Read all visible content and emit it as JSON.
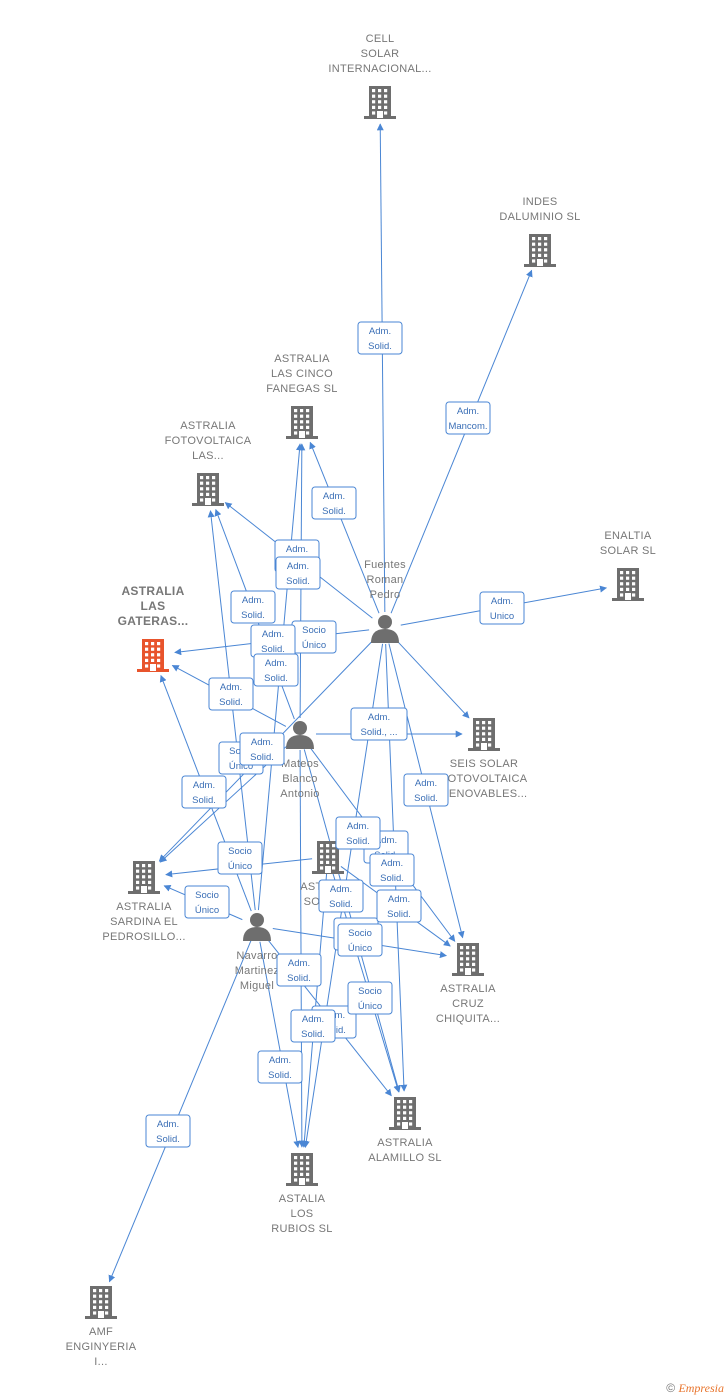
{
  "colors": {
    "edge": "#4a86d4",
    "company": "#6e6e6e",
    "company_highlight": "#e8542c",
    "person": "#6e6e6e",
    "label": "#777777"
  },
  "nodes": [
    {
      "id": "cell",
      "type": "company",
      "lines": [
        "CELL",
        "SOLAR",
        "INTERNACIONAL..."
      ]
    },
    {
      "id": "indes",
      "type": "company",
      "lines": [
        "INDES",
        "DALUMINIO  SL"
      ]
    },
    {
      "id": "cinco",
      "type": "company",
      "lines": [
        "ASTRALIA",
        "LAS CINCO",
        "FANEGAS  SL"
      ]
    },
    {
      "id": "fotov",
      "type": "company",
      "lines": [
        "ASTRALIA",
        "FOTOVOLTAICA",
        "LAS..."
      ]
    },
    {
      "id": "enaltia",
      "type": "company",
      "lines": [
        "ENALTIA",
        "SOLAR  SL"
      ]
    },
    {
      "id": "gateras",
      "type": "company_highlight",
      "lines": [
        "ASTRALIA",
        "LAS",
        "GATERAS..."
      ]
    },
    {
      "id": "fuentes",
      "type": "person",
      "lines": [
        "Fuentes",
        "Roman",
        "Pedro"
      ]
    },
    {
      "id": "mateos",
      "type": "person",
      "lines": [
        "Mateos",
        "Blanco",
        "Antonio"
      ]
    },
    {
      "id": "seis",
      "type": "company",
      "lines": [
        "SEIS SOLAR",
        "FOTOVOLTAICA",
        "RENOVABLES..."
      ]
    },
    {
      "id": "astsol",
      "type": "company",
      "lines": [
        "ASTRALIA",
        "SOLAR..."
      ]
    },
    {
      "id": "sardina",
      "type": "company",
      "lines": [
        "ASTRALIA",
        "SARDINA EL",
        "PEDROSILLO..."
      ]
    },
    {
      "id": "navarro",
      "type": "person",
      "lines": [
        "Navarro",
        "Martinez",
        "Miguel"
      ]
    },
    {
      "id": "cruz",
      "type": "company",
      "lines": [
        "ASTRALIA",
        "CRUZ",
        "CHIQUITA..."
      ]
    },
    {
      "id": "alamillo",
      "type": "company",
      "lines": [
        "ASTRALIA",
        "ALAMILLO  SL"
      ]
    },
    {
      "id": "rubios",
      "type": "company",
      "lines": [
        "ASTALIA",
        "LOS",
        "RUBIOS  SL"
      ]
    },
    {
      "id": "amf",
      "type": "company",
      "lines": [
        "AMF",
        "ENGINYERIA",
        "I..."
      ]
    }
  ],
  "edges": [
    {
      "from": "fuentes",
      "to": "cell",
      "lines": [
        "Adm.",
        "Solid."
      ]
    },
    {
      "from": "fuentes",
      "to": "indes",
      "lines": [
        "Adm.",
        "Mancom."
      ]
    },
    {
      "from": "fuentes",
      "to": "enaltia",
      "lines": [
        "Adm.",
        "Unico"
      ]
    },
    {
      "from": "fuentes",
      "to": "cinco",
      "lines": [
        "Adm.",
        "Solid."
      ]
    },
    {
      "from": "fuentes",
      "to": "fotov",
      "lines": [
        "Adm.",
        "Solid."
      ]
    },
    {
      "from": "fuentes",
      "to": "gateras",
      "lines": [
        "Socio",
        "Único"
      ]
    },
    {
      "from": "fuentes",
      "to": "seis",
      "lines": [
        "Adm.",
        "Solid."
      ]
    },
    {
      "from": "fuentes",
      "to": "cruz",
      "lines": [
        "Adm.",
        "Solid."
      ]
    },
    {
      "from": "fuentes",
      "to": "alamillo",
      "lines": [
        "Adm.",
        "Solid."
      ]
    },
    {
      "from": "fuentes",
      "to": "rubios",
      "lines": [
        "Adm.",
        "Solid."
      ]
    },
    {
      "from": "fuentes",
      "to": "sardina",
      "lines": [
        "Adm.",
        "Solid."
      ]
    },
    {
      "from": "mateos",
      "to": "cinco",
      "lines": [
        "Adm.",
        "Solid."
      ]
    },
    {
      "from": "mateos",
      "to": "fotov",
      "lines": [
        "Adm.",
        "Solid."
      ]
    },
    {
      "from": "mateos",
      "to": "gateras",
      "lines": [
        "Adm.",
        "Solid."
      ]
    },
    {
      "from": "mateos",
      "to": "seis",
      "lines": [
        "Adm.",
        "Solid., ..."
      ]
    },
    {
      "from": "mateos",
      "to": "sardina",
      "lines": [
        "Socio",
        "Único"
      ]
    },
    {
      "from": "mateos",
      "to": "cruz",
      "lines": [
        "Adm.",
        "Solid."
      ]
    },
    {
      "from": "mateos",
      "to": "alamillo",
      "lines": [
        "Adm.",
        "Solid."
      ]
    },
    {
      "from": "mateos",
      "to": "rubios",
      "lines": [
        "Adm.",
        "Solid."
      ]
    },
    {
      "from": "navarro",
      "to": "cinco",
      "lines": [
        "Adm.",
        "Solid."
      ]
    },
    {
      "from": "navarro",
      "to": "fotov",
      "lines": [
        "Adm.",
        "Solid."
      ]
    },
    {
      "from": "navarro",
      "to": "gateras",
      "lines": [
        "Adm.",
        "Solid."
      ]
    },
    {
      "from": "navarro",
      "to": "sardina",
      "lines": [
        "Socio",
        "Único"
      ]
    },
    {
      "from": "navarro",
      "to": "cruz",
      "lines": [
        "Adm.",
        "Solid."
      ]
    },
    {
      "from": "navarro",
      "to": "alamillo",
      "lines": [
        "Socio",
        "Único"
      ]
    },
    {
      "from": "navarro",
      "to": "rubios",
      "lines": [
        "Adm.",
        "Solid."
      ]
    },
    {
      "from": "navarro",
      "to": "amf",
      "lines": [
        "Adm.",
        "Solid."
      ]
    },
    {
      "from": "astsol",
      "to": "sardina",
      "lines": [
        "Socio",
        "Único"
      ]
    },
    {
      "from": "astsol",
      "to": "cruz",
      "lines": [
        "Socio",
        "Único"
      ]
    },
    {
      "from": "astsol",
      "to": "alamillo",
      "lines": [
        "Adm.",
        "Solid."
      ]
    },
    {
      "from": "astsol",
      "to": "rubios",
      "lines": [
        "Adm.",
        "Solid."
      ]
    }
  ],
  "footer": {
    "copyright": "©",
    "brand": "Empresia"
  }
}
